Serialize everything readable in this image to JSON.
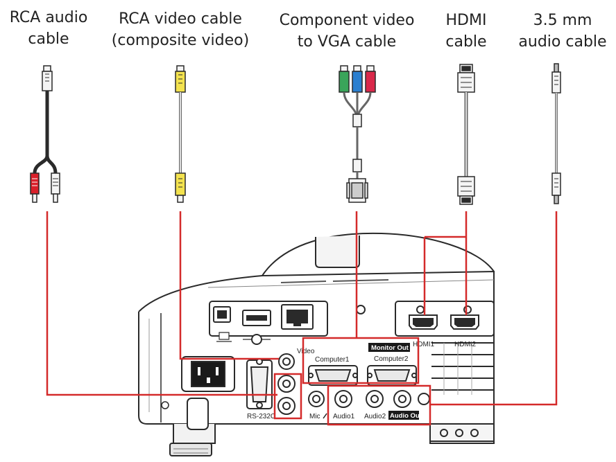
{
  "cables": [
    {
      "line1": "RCA audio",
      "line2": "cable"
    },
    {
      "line1": "RCA video cable",
      "line2": "(composite video)"
    },
    {
      "line1": "Component video",
      "line2": "to VGA cable"
    },
    {
      "line1": "HDMI",
      "line2": "cable"
    },
    {
      "line1": "3.5 mm",
      "line2": "audio cable"
    }
  ],
  "ports": {
    "video": "Video",
    "computer1": "Computer1",
    "computer2": "Computer2",
    "monitor_out": "Monitor Out",
    "hdmi1": "HDMI1",
    "hdmi2": "HDMI2",
    "rs232c": "RS-232C",
    "mic": "Mic",
    "audio1": "Audio1",
    "audio2": "Audio2",
    "audio_out": "Audio Out"
  },
  "colors": {
    "connection_line": "#d42a2a",
    "cable_dark": "#2b2b2b",
    "rca_red": "#d9202a",
    "rca_white": "#f4f4f4",
    "rca_yellow": "#f3e24e",
    "component_green": "#3aa55a",
    "component_blue": "#2a7fd0",
    "component_red": "#d9284a",
    "outline": "#333333"
  }
}
